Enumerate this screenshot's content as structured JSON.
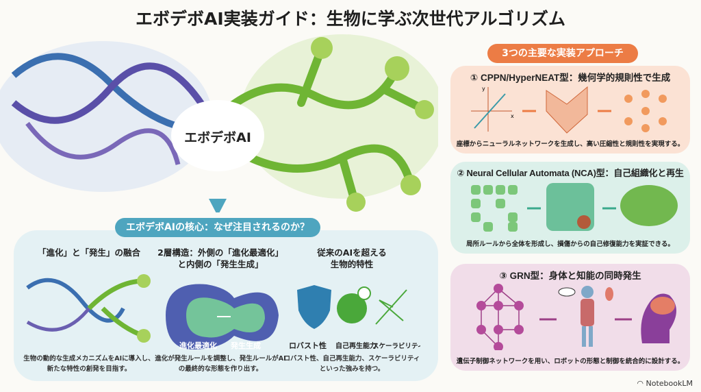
{
  "title": "エボデボAI実装ガイド：生物に学ぶ次世代アルゴリズム",
  "hero": {
    "label": "エボデボAI"
  },
  "core": {
    "header": "エボデボAIの核心：なぜ注目されるのか？",
    "columns": [
      {
        "title": "「進化」と「発生」の融合",
        "description": "生物の動的な生成メカニズムをAIに導入し、新たな特性の創発を目指す。"
      },
      {
        "title_line1": "2層構造：外側の「進化最適化」",
        "title_line2": "と内側の「発生生成」",
        "inner_label_left": "進化最適化",
        "inner_label_right": "発生生成",
        "description": "進化が発生ルールを調整し、発生ルールがAIの最終的な形態を作り出す。"
      },
      {
        "title_line1": "従来のAIを超える",
        "title_line2": "生物的特性",
        "traits": [
          "ロバスト性",
          "自己再生能力",
          "スケーラビリティ"
        ],
        "description": "ロバスト性、自己再生能力、スケーラビリティといった強みを持つ。"
      }
    ]
  },
  "approaches": {
    "header": "3つの主要な実装アプローチ",
    "items": [
      {
        "title": "① CPPN/HyperNEAT型：幾何学的規則性で生成",
        "axis_x": "x",
        "axis_y": "y",
        "description": "座標からニューラルネットワークを生成し、高い圧縮性と規則性を実現する。",
        "color": "#ec7c45"
      },
      {
        "title": "② Neural Cellular Automata (NCA)型：自己組織化と再生",
        "description": "局所ルールから全体を形成し、損傷からの自己修復能力を実証できる。",
        "color": "#3aa98c"
      },
      {
        "title": "③ GRN型：身体と知能の同時発生",
        "description": "遺伝子制御ネットワークを用い、ロボットの形態と制御を統合的に設計する。",
        "color": "#9c3f86"
      }
    ]
  },
  "brand": "NotebookLM"
}
